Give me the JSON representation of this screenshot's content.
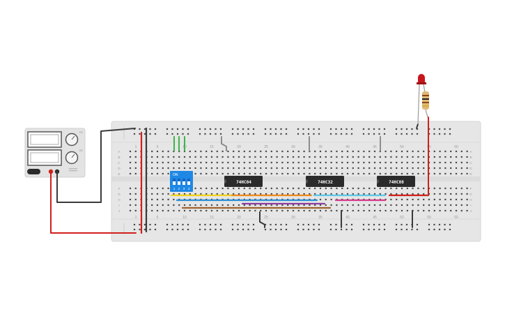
{
  "breadboard": {
    "top_column_numbers": [
      "1",
      "5",
      "10",
      "15",
      "20",
      "25",
      "30",
      "35",
      "40",
      "45",
      "50",
      "55",
      "60"
    ],
    "bottom_column_numbers": [
      "1",
      "5",
      "10",
      "15",
      "20",
      "25",
      "30",
      "35",
      "40",
      "45",
      "50",
      "55",
      "60"
    ],
    "top_row_letters": [
      "A",
      "B",
      "C",
      "D",
      "E"
    ],
    "bottom_row_letters": [
      "F",
      "G",
      "H",
      "I",
      "J"
    ]
  },
  "dip_switch": {
    "on_label": "ON",
    "switch_numbers": [
      "1",
      "2",
      "3",
      "4"
    ]
  },
  "chips": [
    {
      "label": "74HC04"
    },
    {
      "label": "74HC32"
    },
    {
      "label": "74HC08"
    }
  ],
  "power_supply": {
    "knob_labels": [
      "CV",
      "CC"
    ]
  },
  "colors": {
    "board": "#e6e6e6",
    "wire_red": "#d0201b",
    "wire_black": "#3a3a3a",
    "wire_green": "#3bb54a",
    "wire_yellow": "#f2d21b",
    "wire_orange": "#f08a1c",
    "wire_blue": "#2b8fd6",
    "wire_purple": "#8c3fa0",
    "wire_pink": "#d63a8c",
    "wire_cyan": "#5bc7e6",
    "wire_brown": "#a0622d",
    "wire_gray": "#8d8d8d",
    "dip_blue": "#1e88e5",
    "chip": "#2b2b2b",
    "led": "#c8161d"
  }
}
